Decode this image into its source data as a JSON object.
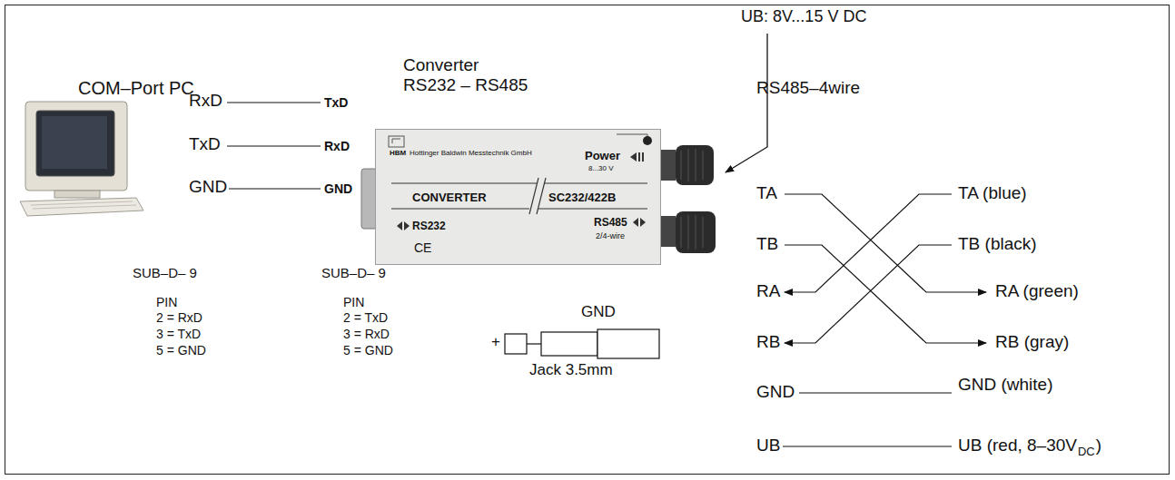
{
  "diagram": {
    "nodes": [
      {
        "text": [
          "Converter RS232 – RS485",
          "HBM",
          "Hottinger Baldwin Messtechnik GmbH",
          "Power",
          "8...30 V",
          "CONVERTER",
          "SC232/422B",
          "RS232",
          "RS485",
          "2/4-wire",
          "CE"
        ]
      }
    ],
    "labels": [
      "UB: 8V...15 V DC",
      "COM–Port PC",
      "RxD",
      "TxD",
      "GND",
      "TxD",
      "RxD",
      "GND",
      "RS485–4wire",
      "TA",
      "TB",
      "RA",
      "RB",
      "GND",
      "UB",
      "TA (blue)",
      "TB (black)",
      "RA (green)",
      "RB (gray)",
      "GND (white)",
      "UB (red, 8–30V",
      "DC",
      ")",
      "SUB–D– 9",
      "PIN",
      "2 = RxD",
      "3 = TxD",
      "5 = GND",
      "SUB–D– 9",
      "PIN",
      "2 = TxD",
      "3 = RxD",
      "5 = GND",
      "GND",
      "+",
      "Jack 3.5mm"
    ]
  }
}
